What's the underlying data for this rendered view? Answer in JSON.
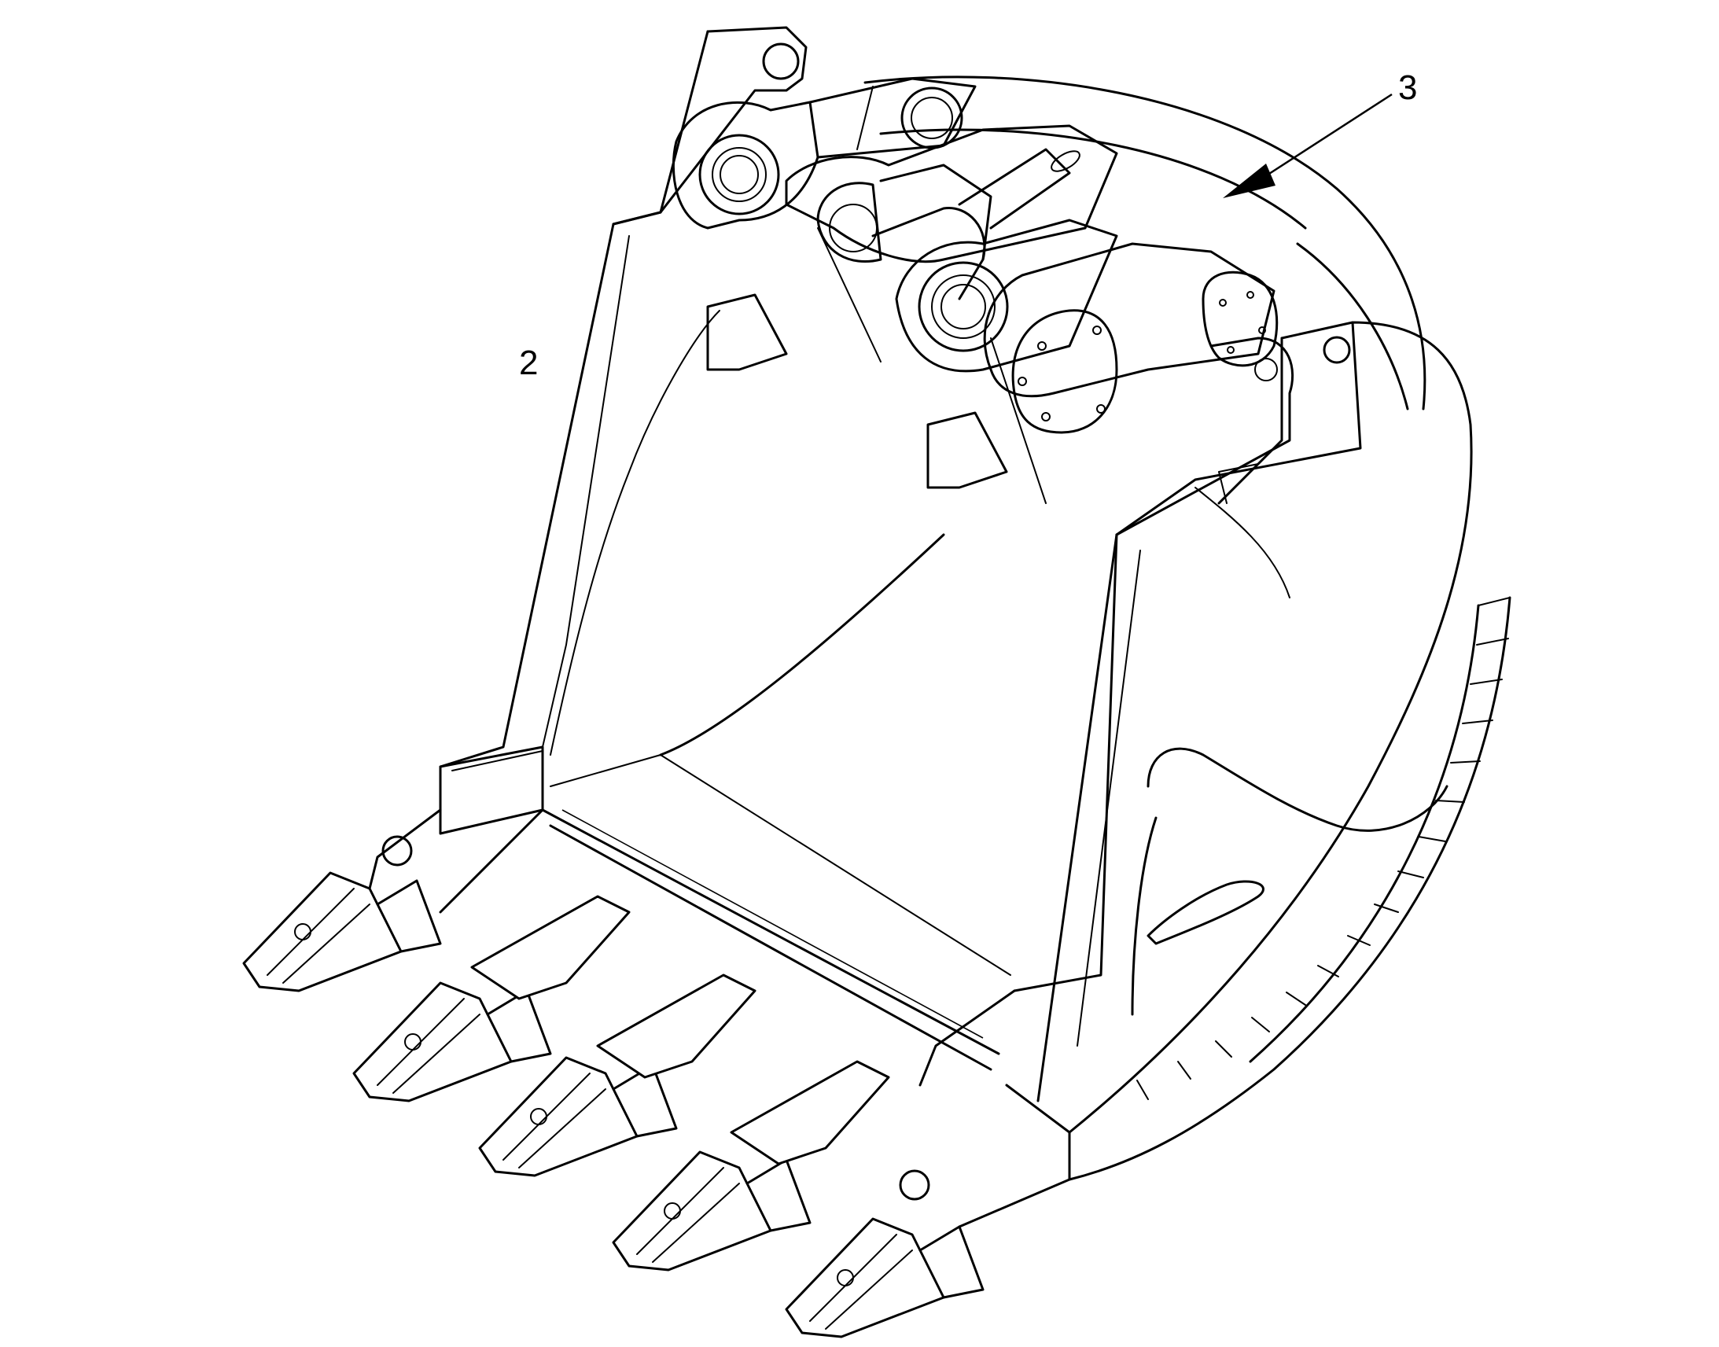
{
  "figure": {
    "subject": "excavator-bucket",
    "callouts": [
      {
        "id": "2",
        "label": "2"
      },
      {
        "id": "3",
        "label": "3"
      }
    ],
    "teeth_count": 5,
    "side_cutter_segments": 16
  }
}
